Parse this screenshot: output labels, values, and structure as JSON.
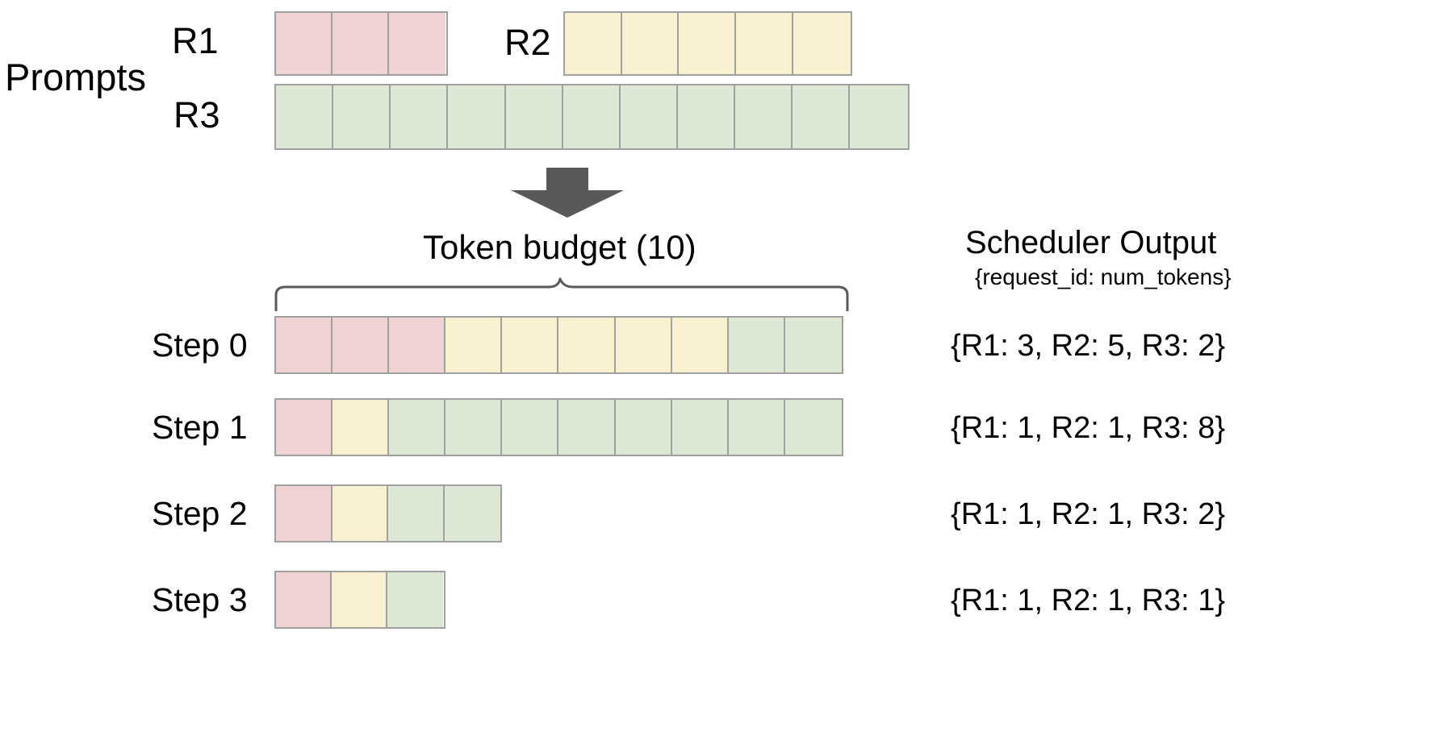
{
  "diagram": {
    "prompts_label": "Prompts",
    "token_budget_label": "Token  budget (10)",
    "arrow_icon": "down-arrow-icon",
    "brace_icon": "curly-brace-icon"
  },
  "colors": {
    "pink": "#eed3d2",
    "yellow": "#f9f0d0",
    "green": "#dde8d4",
    "border": "#a0a0a0",
    "arrow": "#595959",
    "text": "#000000"
  },
  "prompts": [
    {
      "id": "R1",
      "label": "R1",
      "color": "pink",
      "tokens": 3
    },
    {
      "id": "R2",
      "label": "R2",
      "color": "yellow",
      "tokens": 5
    },
    {
      "id": "R3",
      "label": "R3",
      "color": "green",
      "tokens": 11
    }
  ],
  "token_budget": 10,
  "steps": [
    {
      "label": "Step 0",
      "segments": [
        {
          "request": "R1",
          "color": "pink",
          "count": 3
        },
        {
          "request": "R2",
          "color": "yellow",
          "count": 5
        },
        {
          "request": "R3",
          "color": "green",
          "count": 2
        }
      ],
      "output": "{R1: 3, R2: 5, R3: 2}"
    },
    {
      "label": "Step 1",
      "segments": [
        {
          "request": "R1",
          "color": "pink",
          "count": 1
        },
        {
          "request": "R2",
          "color": "yellow",
          "count": 1
        },
        {
          "request": "R3",
          "color": "green",
          "count": 8
        }
      ],
      "output": "{R1: 1, R2: 1, R3: 8}"
    },
    {
      "label": "Step 2",
      "segments": [
        {
          "request": "R1",
          "color": "pink",
          "count": 1
        },
        {
          "request": "R2",
          "color": "yellow",
          "count": 1
        },
        {
          "request": "R3",
          "color": "green",
          "count": 2
        }
      ],
      "output": "{R1: 1, R2: 1, R3: 2}"
    },
    {
      "label": "Step 3",
      "segments": [
        {
          "request": "R1",
          "color": "pink",
          "count": 1
        },
        {
          "request": "R2",
          "color": "yellow",
          "count": 1
        },
        {
          "request": "R3",
          "color": "green",
          "count": 1
        }
      ],
      "output": "{R1: 1, R2: 1, R3: 1}"
    }
  ],
  "scheduler": {
    "title": "Scheduler Output",
    "subtitle": "{request_id: num_tokens}"
  }
}
